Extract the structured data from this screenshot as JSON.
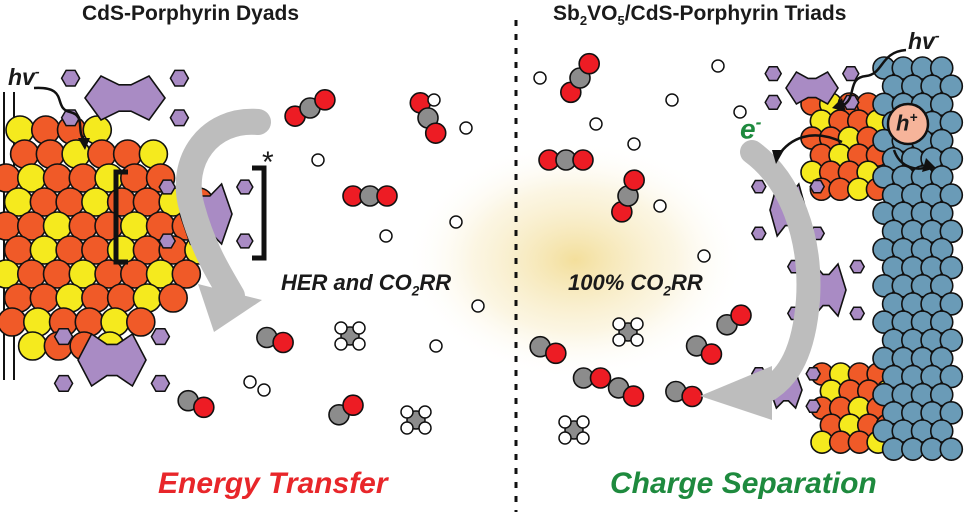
{
  "left_panel": {
    "title": "CdS-Porphyrin Dyads",
    "reaction_label_prefix": "HER and CO",
    "reaction_label_sub": "2",
    "reaction_label_suffix": "RR",
    "mechanism_label": "Energy Transfer",
    "excited_state_mark": "*",
    "light_label": "hv"
  },
  "right_panel": {
    "title_prefix": "Sb",
    "title_sub1": "2",
    "title_mid": "VO",
    "title_sub2": "5",
    "title_suffix": "/CdS-Porphyrin Triads",
    "reaction_label_prefix": "100% CO",
    "reaction_label_sub": "2",
    "reaction_label_suffix": "RR",
    "mechanism_label": "Charge Separation",
    "light_label": "hv",
    "electron_label": "e",
    "electron_charge": "-",
    "hole_label": "h",
    "hole_charge": "+"
  },
  "colors": {
    "energy_transfer": "#e8262a",
    "charge_separation": "#1e8a3e",
    "cds_orange": "#f05a28",
    "cds_yellow": "#f5ea1e",
    "porphyrin": "#a98bc4",
    "sb2vo5": "#6a9bb7",
    "oxygen": "#ed1c24",
    "carbon": "#8c8c8c",
    "arrow": "#bdbdbd",
    "glow": "#f4e3a0"
  }
}
